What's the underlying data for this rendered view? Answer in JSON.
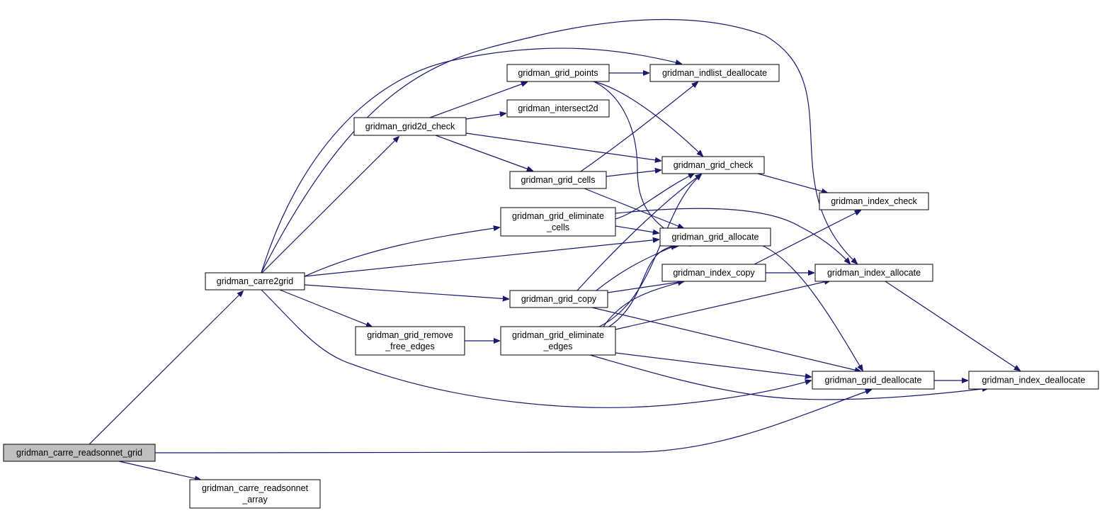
{
  "nodes": {
    "carre_readsonnet_grid": {
      "lines": [
        "gridman_carre_readsonnet_grid"
      ],
      "highlight": true
    },
    "carre_readsonnet_array": {
      "lines": [
        "gridman_carre_readsonnet",
        "_array"
      ]
    },
    "carre2grid": {
      "lines": [
        "gridman_carre2grid"
      ]
    },
    "grid2d_check": {
      "lines": [
        "gridman_grid2d_check"
      ]
    },
    "grid_points": {
      "lines": [
        "gridman_grid_points"
      ]
    },
    "intersect2d": {
      "lines": [
        "gridman_intersect2d"
      ]
    },
    "indlist_deallocate": {
      "lines": [
        "gridman_indlist_deallocate"
      ]
    },
    "grid_cells": {
      "lines": [
        "gridman_grid_cells"
      ]
    },
    "grid_eliminate_cells": {
      "lines": [
        "gridman_grid_eliminate",
        "_cells"
      ]
    },
    "grid_check": {
      "lines": [
        "gridman_grid_check"
      ]
    },
    "grid_allocate": {
      "lines": [
        "gridman_grid_allocate"
      ]
    },
    "grid_copy": {
      "lines": [
        "gridman_grid_copy"
      ]
    },
    "grid_remove_free_edges": {
      "lines": [
        "gridman_grid_remove",
        "_free_edges"
      ]
    },
    "grid_eliminate_edges": {
      "lines": [
        "gridman_grid_eliminate",
        "_edges"
      ]
    },
    "index_copy": {
      "lines": [
        "gridman_index_copy"
      ]
    },
    "index_check": {
      "lines": [
        "gridman_index_check"
      ]
    },
    "index_allocate": {
      "lines": [
        "gridman_index_allocate"
      ]
    },
    "grid_deallocate": {
      "lines": [
        "gridman_grid_deallocate"
      ]
    },
    "index_deallocate": {
      "lines": [
        "gridman_index_deallocate"
      ]
    }
  },
  "edges": [
    [
      "carre_readsonnet_grid",
      "carre2grid"
    ],
    [
      "carre_readsonnet_grid",
      "carre_readsonnet_array"
    ],
    [
      "carre_readsonnet_grid",
      "grid_deallocate"
    ],
    [
      "carre2grid",
      "grid2d_check"
    ],
    [
      "carre2grid",
      "indlist_deallocate"
    ],
    [
      "carre2grid",
      "grid_eliminate_cells"
    ],
    [
      "carre2grid",
      "grid_allocate"
    ],
    [
      "carre2grid",
      "grid_copy"
    ],
    [
      "carre2grid",
      "grid_remove_free_edges"
    ],
    [
      "carre2grid",
      "index_allocate"
    ],
    [
      "carre2grid",
      "grid_deallocate"
    ],
    [
      "grid2d_check",
      "grid_points"
    ],
    [
      "grid2d_check",
      "intersect2d"
    ],
    [
      "grid2d_check",
      "grid_cells"
    ],
    [
      "grid2d_check",
      "grid_check"
    ],
    [
      "grid_points",
      "indlist_deallocate"
    ],
    [
      "grid_points",
      "grid_check"
    ],
    [
      "grid_points",
      "grid_allocate"
    ],
    [
      "grid_cells",
      "grid_check"
    ],
    [
      "grid_cells",
      "indlist_deallocate"
    ],
    [
      "grid_cells",
      "grid_allocate"
    ],
    [
      "grid_eliminate_cells",
      "grid_check"
    ],
    [
      "grid_eliminate_cells",
      "grid_allocate"
    ],
    [
      "grid_eliminate_cells",
      "index_allocate"
    ],
    [
      "grid_copy",
      "grid_check"
    ],
    [
      "grid_copy",
      "grid_allocate"
    ],
    [
      "grid_copy",
      "index_copy"
    ],
    [
      "grid_copy",
      "grid_deallocate"
    ],
    [
      "grid_remove_free_edges",
      "grid_eliminate_edges"
    ],
    [
      "grid_eliminate_edges",
      "grid_check"
    ],
    [
      "grid_eliminate_edges",
      "grid_allocate"
    ],
    [
      "grid_eliminate_edges",
      "index_copy"
    ],
    [
      "grid_eliminate_edges",
      "index_allocate"
    ],
    [
      "grid_eliminate_edges",
      "grid_deallocate"
    ],
    [
      "grid_eliminate_edges",
      "index_deallocate"
    ],
    [
      "grid_check",
      "index_check"
    ],
    [
      "grid_allocate",
      "grid_deallocate"
    ],
    [
      "index_copy",
      "index_check"
    ],
    [
      "index_copy",
      "index_allocate"
    ],
    [
      "index_allocate",
      "index_deallocate"
    ],
    [
      "grid_deallocate",
      "index_deallocate"
    ]
  ]
}
